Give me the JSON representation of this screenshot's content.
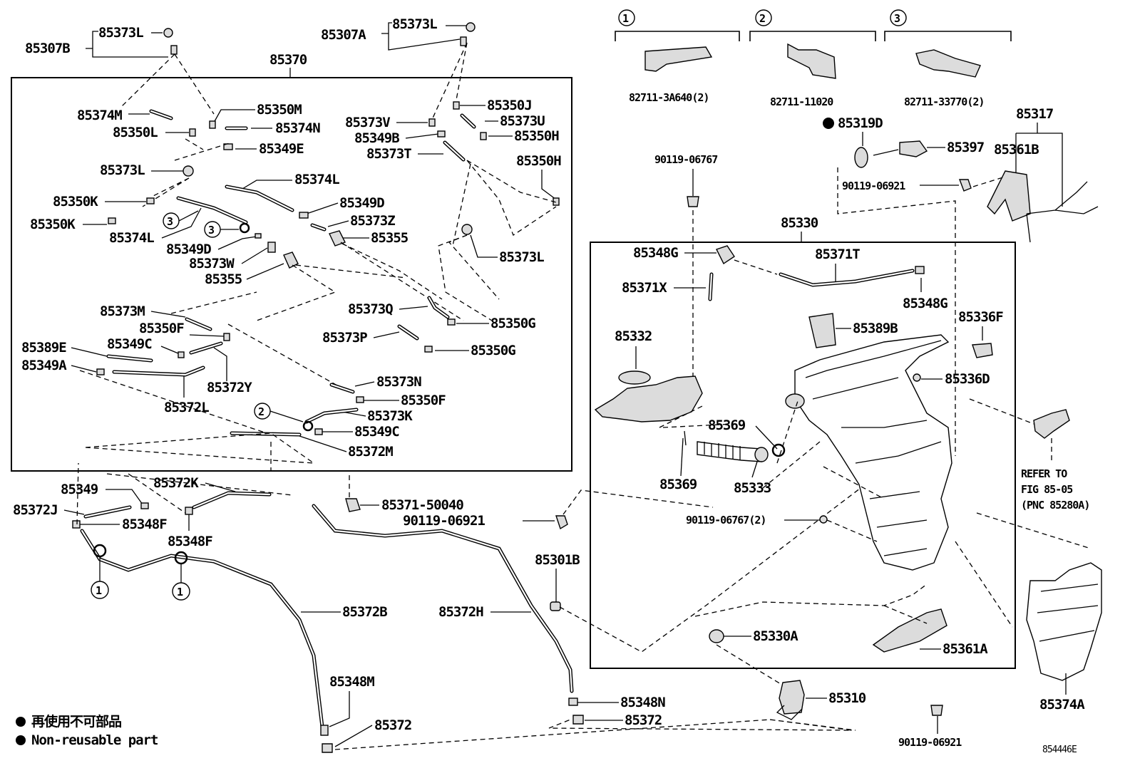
{
  "diagram_code": "854446E",
  "legend": {
    "line_jp": "再使用不可部品",
    "line_en": "Non-reusable part"
  },
  "callout_headers": [
    "1",
    "2",
    "3"
  ],
  "clamp_options": [
    {
      "marker": "1",
      "part": "82711-3A640(2)"
    },
    {
      "marker": "2",
      "part": "82711-11020"
    },
    {
      "marker": "3",
      "part": "82711-33770(2)"
    }
  ],
  "refer_note": [
    "REFER TO",
    "FIG 85-05",
    "(PNC 85280A)"
  ],
  "labels": {
    "p85307B": "85307B",
    "p85373L_a": "85373L",
    "p85307A": "85307A",
    "p85373L_b": "85373L",
    "p85370": "85370",
    "p85374M": "85374M",
    "p85350M": "85350M",
    "p85350L": "85350L",
    "p85374N": "85374N",
    "p85349E": "85349E",
    "p85373L_c": "85373L",
    "p85374L_a": "85374L",
    "p85350K_a": "85350K",
    "p85350K_b": "85350K",
    "p85374L_b": "85374L",
    "p85349D_a": "85349D",
    "p85349D_b": "85349D",
    "p85373Z": "85373Z",
    "p85355_a": "85355",
    "p85373W": "85373W",
    "p85355_b": "85355",
    "p85350J": "85350J",
    "p85373V": "85373V",
    "p85373U": "85373U",
    "p85349B": "85349B",
    "p85350H_a": "85350H",
    "p85373T": "85373T",
    "p85350H_b": "85350H",
    "p85373L_d": "85373L",
    "p85373M": "85373M",
    "p85350F_a": "85350F",
    "p85389E": "85389E",
    "p85349C_a": "85349C",
    "p85349A": "85349A",
    "p85372Y": "85372Y",
    "p85372L": "85372L",
    "p85373Q": "85373Q",
    "p85350G_a": "85350G",
    "p85373P": "85373P",
    "p85350G_b": "85350G",
    "p85373N": "85373N",
    "p85350F_b": "85350F",
    "p85373K": "85373K",
    "p85349C_b": "85349C",
    "p85372M": "85372M",
    "p85349": "85349",
    "p85372K": "85372K",
    "p85372J": "85372J",
    "p85348F_a": "85348F",
    "p85348F_b": "85348F",
    "p85371_50040": "85371-50040",
    "p90119_06921_a": "90119-06921",
    "p85372B": "85372B",
    "p85372H": "85372H",
    "p85301B": "85301B",
    "p85348M": "85348M",
    "p85372_a": "85372",
    "p85348N": "85348N",
    "p85372_b": "85372",
    "p85319D": "85319D",
    "p85397": "85397",
    "p85317": "85317",
    "p85361B": "85361B",
    "p90119_06767_a": "90119-06767",
    "p90119_06921_b": "90119-06921",
    "p85330": "85330",
    "p85348G_a": "85348G",
    "p85371T": "85371T",
    "p85371X": "85371X",
    "p85348G_b": "85348G",
    "p85336F": "85336F",
    "p85389B": "85389B",
    "p85332": "85332",
    "p85336D": "85336D",
    "p85369_a": "85369",
    "p85369_b": "85369",
    "p85333": "85333",
    "p90119_06767_b": "90119-06767(2)",
    "p85330A": "85330A",
    "p85361A": "85361A",
    "p85310": "85310",
    "p85374A": "85374A",
    "p90119_06921_c": "90119-06921"
  }
}
